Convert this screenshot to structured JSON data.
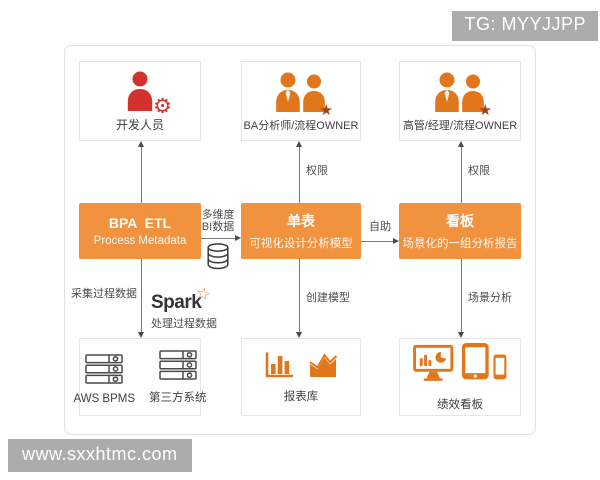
{
  "badges": {
    "top_right": "TG: MYYJJPP",
    "bottom_left": "www.sxxhtmc.com"
  },
  "actors": [
    {
      "label": "开发人员",
      "icon": "developer-with-gear"
    },
    {
      "label": "BA分析师/流程OWNER",
      "icon": "two-people-with-star"
    },
    {
      "label": "高管/经理/流程OWNER",
      "icon": "two-people-with-star"
    }
  ],
  "stages": [
    {
      "title": "BPA  ETL",
      "subtitle": "Process Metadata"
    },
    {
      "title": "单表",
      "subtitle": "可视化设计分析模型"
    },
    {
      "title": "看板",
      "subtitle": "场景化的一组分析报告"
    }
  ],
  "systems": [
    {
      "labels": [
        "AWS BPMS",
        "第三方系统"
      ],
      "icons": [
        "server-stack",
        "server-stack"
      ]
    },
    {
      "label": "报表库",
      "icons": [
        "bar-chart",
        "area-chart"
      ]
    },
    {
      "label": "绩效看板",
      "icons": [
        "monitor",
        "tablet",
        "phone"
      ]
    }
  ],
  "edges": {
    "multidim_line1": "多维度",
    "multidim_line2": "BI数据",
    "self_service": "自助",
    "permission_single_table": "权限",
    "permission_dashboard": "权限",
    "create_model": "创建模型",
    "scenario_analysis": "场景分析",
    "collect_process_data": "采集过程数据",
    "handle_process_data": "处理过程数据",
    "spark_logo": "Spark"
  },
  "colors": {
    "stage_orange": "#F0923E",
    "actor_red": "#D2312D",
    "icon_orange": "#E2761B",
    "edge_text": "#4D4D4D",
    "badge_bg": "#ACACAC",
    "panel_border": "#E3E3E3"
  }
}
